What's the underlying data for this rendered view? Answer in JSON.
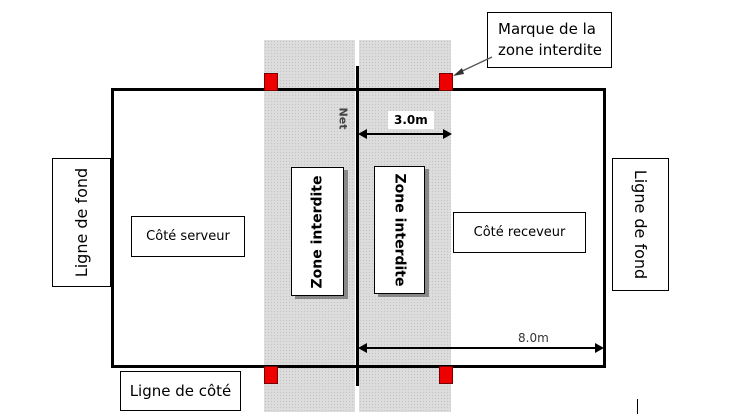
{
  "callout": {
    "line1": "Marque de la",
    "line2": "zone interdite"
  },
  "net_label": "Net",
  "dimension_short": "3.0m",
  "dimension_long": "8.0m",
  "left_baseline": "Ligne de fond",
  "right_baseline": "Ligne de fond",
  "server_side": "Côté serveur",
  "receiver_side": "Côté receveur",
  "left_zone": "Zone interdite",
  "right_zone": "Zone interdite",
  "sideline": "Ligne de côté",
  "colors": {
    "mark": "#e00000",
    "zone": "#dcdcdc"
  }
}
